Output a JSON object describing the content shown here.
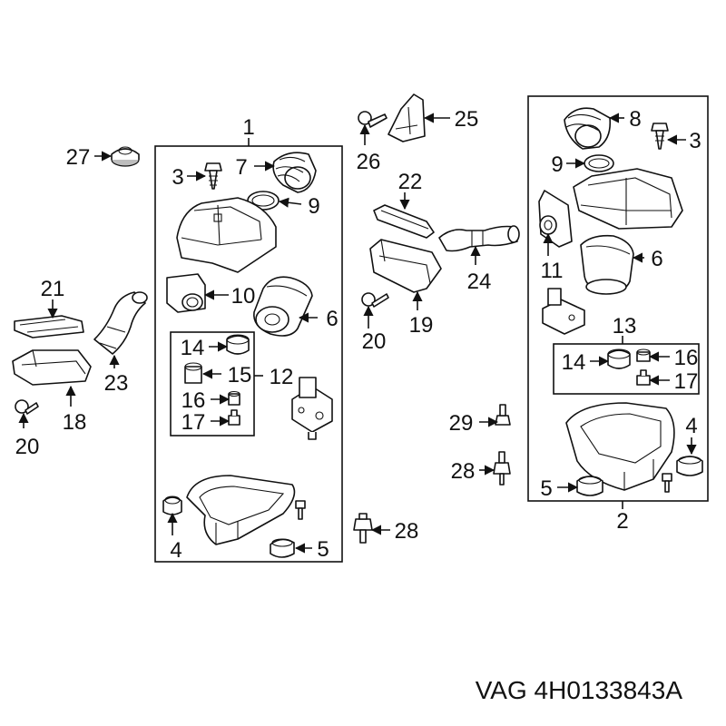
{
  "caption": "VAG 4H0133843A",
  "callouts": {
    "c27": "27",
    "c1": "1",
    "c3a": "3",
    "c7": "7",
    "c9a": "9",
    "c21": "21",
    "c23": "23",
    "c10": "10",
    "c6a": "6",
    "c14a": "14",
    "c15": "15",
    "c12": "12",
    "c16a": "16",
    "c17a": "17",
    "c18": "18",
    "c20a": "20",
    "c4a": "4",
    "c5a": "5",
    "c25": "25",
    "c26": "26",
    "c22": "22",
    "c24": "24",
    "c19": "19",
    "c20b": "20",
    "c29": "29",
    "c28a": "28",
    "c28b": "28",
    "c8": "8",
    "c3b": "3",
    "c9b": "9",
    "c11": "11",
    "c6b": "6",
    "c13": "13",
    "c14b": "14",
    "c16b": "16",
    "c17b": "17",
    "c4b": "4",
    "c5b": "5",
    "c2": "2"
  }
}
